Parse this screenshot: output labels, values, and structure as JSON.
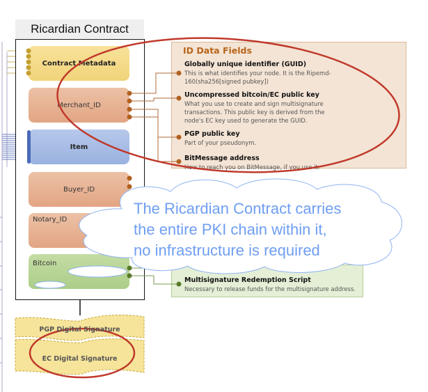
{
  "contract": {
    "title": "Ricardian Contract",
    "blocks": [
      {
        "label": "Contract Metadata"
      },
      {
        "label": "Merchant_ID"
      },
      {
        "label": "Item"
      },
      {
        "label": "Buyer_ID"
      },
      {
        "label": "Notary_ID"
      },
      {
        "label": "Bitcoin"
      }
    ]
  },
  "id_fields": {
    "title": "ID Data Fields",
    "items": [
      {
        "heading": "Globally unique identifier (GUID)",
        "desc": "This is what identifies your node. It is the Ripemd-160(sha256[signed pubkey])"
      },
      {
        "heading": "Uncompressed bitcoin/EC public key",
        "desc": "What you use to create and sign multisignature transactions. This public key is derived from the node's EC key used to generate the GUID."
      },
      {
        "heading": "PGP public key",
        "desc": "Part of your pseudonym."
      },
      {
        "heading": "BitMessage address",
        "desc": "How to reach you on BitMessage, if you use it."
      }
    ]
  },
  "multisig": {
    "heading": "Multisignature Redemption Script",
    "desc": "Necessary to release funds for the multisignature address."
  },
  "callout": {
    "lines": [
      "The Ricardian Contract carries",
      "the entire PKI chain within it,",
      "no infrastructure is required"
    ]
  },
  "signatures": {
    "pgp": "PGP Digital Signature",
    "ec": "EC Digital Signature"
  },
  "colors": {
    "highlight_ellipse": "#c0392b",
    "callout_text": "#6f9ef2",
    "id_title": "#b8661b"
  }
}
